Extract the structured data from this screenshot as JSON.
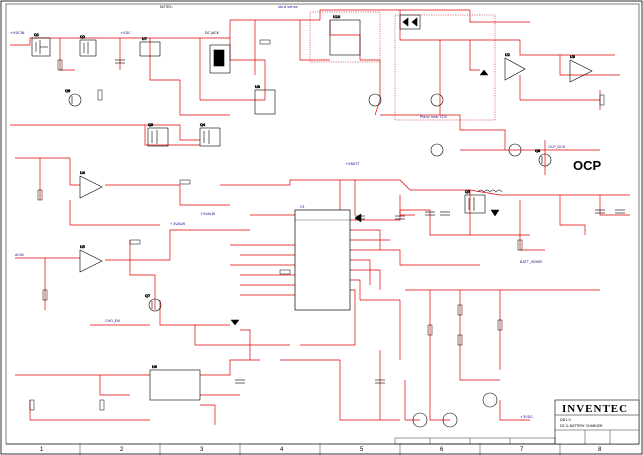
{
  "document": {
    "company": "INVENTEC",
    "sheet_title": "DC & BATTERY CHARGER",
    "model": "DD1.0",
    "zone_columns": [
      "1",
      "2",
      "3",
      "4",
      "5",
      "6",
      "7",
      "8"
    ]
  },
  "annotations": {
    "ocp": "OCP",
    "dc_jack": "DC JACK",
    "place_near_ltk": "Place near LT.K",
    "vout_sense": "Vout sense",
    "notes_title": "NOTES:"
  },
  "nets": [
    "+VDCIN",
    "+VDC",
    "+VBATT",
    "+5VALW",
    "+3VALW",
    "ACIN",
    "CHG_EN",
    "OCP_DCK",
    "BATT_SENSE",
    "+3VDC"
  ],
  "components": {
    "controller": "U1",
    "mosfets": [
      "Q1",
      "Q2",
      "Q3",
      "Q4",
      "Q5",
      "Q6",
      "Q7",
      "Q8"
    ],
    "opamps": [
      "U2",
      "U3",
      "U4",
      "U5"
    ]
  }
}
